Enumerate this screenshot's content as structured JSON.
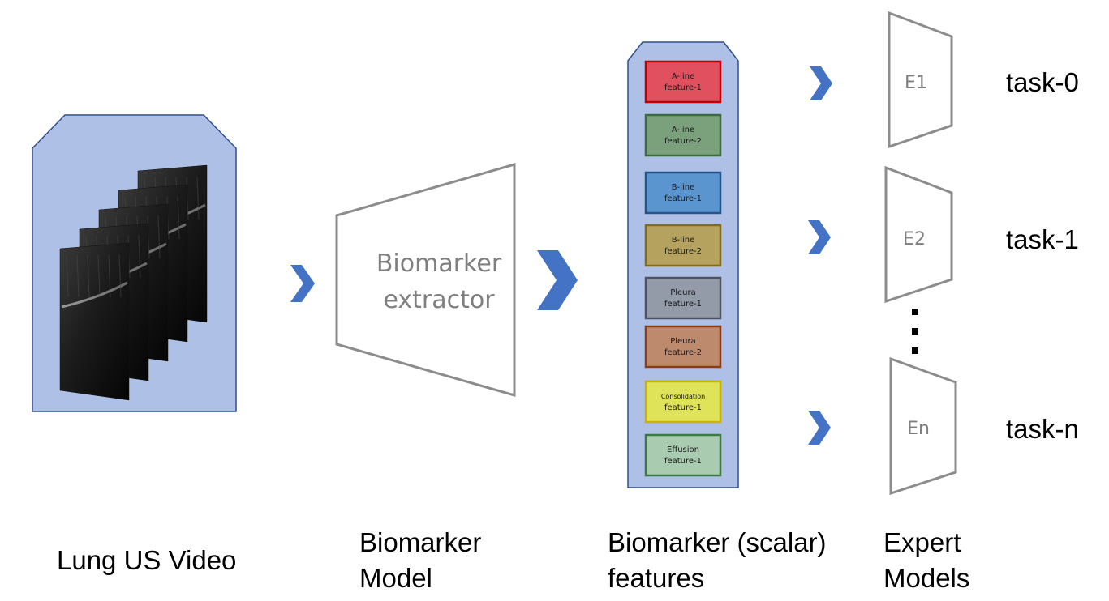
{
  "video_panel": {
    "label_lines": [
      "Lung US Video"
    ]
  },
  "extractor": {
    "title_lines": [
      "Biomarker",
      "extractor"
    ],
    "caption_lines": [
      "Biomarker",
      "Model"
    ]
  },
  "features": {
    "caption_lines": [
      "Biomarker (scalar)",
      "features"
    ],
    "items": [
      {
        "line1": "A-line",
        "line2": "feature-1",
        "fill": "#e0505e",
        "stroke": "#c00000"
      },
      {
        "line1": "A-line",
        "line2": "feature-2",
        "fill": "#7aa07c",
        "stroke": "#3c6b3e"
      },
      {
        "line1": "B-line",
        "line2": "feature-1",
        "fill": "#5b95cf",
        "stroke": "#24548a"
      },
      {
        "line1": "B-line",
        "line2": "feature-2",
        "fill": "#b5a25e",
        "stroke": "#7f6a1e"
      },
      {
        "line1": "Pleura",
        "line2": "feature-1",
        "fill": "#939aa8",
        "stroke": "#4d5360"
      },
      {
        "line1": "Pleura",
        "line2": "feature-2",
        "fill": "#be8a6e",
        "stroke": "#8a3b18"
      },
      {
        "line1": "Consolidation",
        "line2": "feature-1",
        "fill": "#dfe35a",
        "stroke": "#c8b400"
      },
      {
        "line1": "Effusion",
        "line2": "feature-1",
        "fill": "#a9cbb0",
        "stroke": "#3c7a44"
      }
    ]
  },
  "experts": {
    "caption_lines": [
      "Expert",
      "Models"
    ],
    "items": [
      {
        "label": "E1",
        "task": "task-0"
      },
      {
        "label": "E2",
        "task": "task-1"
      },
      {
        "label": "En",
        "task": "task-n"
      }
    ]
  },
  "colors": {
    "panel_fill": "#aec0e6",
    "panel_stroke": "#2f4f8f",
    "arrow": "#4472c4",
    "trapezoid_stroke": "#8c8c8c"
  }
}
